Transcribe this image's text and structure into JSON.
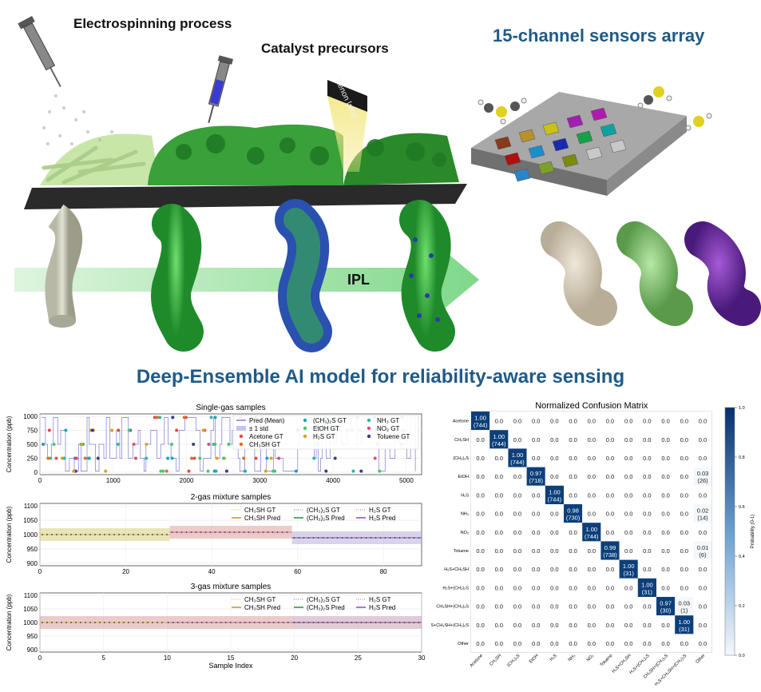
{
  "illustration": {
    "electrospinning_label": "Electrospinning process",
    "catalyst_label": "Catalyst precursors",
    "sensor_array_label": "15-channel sensors array",
    "lamp_label": "Xenon lamp",
    "ipl_label": "IPL",
    "sensor_colors": [
      "#8a3a1a",
      "#b7912a",
      "#c8c01b",
      "#a020b0",
      "#b01ab0",
      "#b01010",
      "#1a8fcc",
      "#1a2ab0",
      "#16a04a",
      "#10a0a0",
      "#2a84c8",
      "#7ca02a",
      "#7c8a10",
      "#c8c8c8",
      "#c8c8c8"
    ]
  },
  "section_title": "Deep-Ensemble AI model for reliability-aware sensing",
  "single_gas_plot": {
    "title": "Single-gas samples",
    "ylabel": "Concentration (ppb)",
    "yticks": [
      "0",
      "250",
      "500",
      "750",
      "1000"
    ],
    "xticks": [
      "0",
      "1000",
      "2000",
      "3000",
      "4000",
      "5000"
    ],
    "legend": [
      {
        "label": "Pred (Mean)",
        "color": "#7a7ad6",
        "kind": "line"
      },
      {
        "label": "(CH₃)₂S GT",
        "color": "#1aa0c8",
        "kind": "dot"
      },
      {
        "label": "NH₃ GT",
        "color": "#2ab8a0",
        "kind": "dot"
      },
      {
        "label": "± 1 std",
        "color": "#9c9ce0",
        "kind": "band"
      },
      {
        "label": "EtOH GT",
        "color": "#4ac86a",
        "kind": "dot"
      },
      {
        "label": "NO₂ GT",
        "color": "#e04a7a",
        "kind": "dot"
      },
      {
        "label": "Acetone GT",
        "color": "#e04a4a",
        "kind": "dot"
      },
      {
        "label": "H₂S GT",
        "color": "#e0a020",
        "kind": "dot"
      },
      {
        "label": "Toluene GT",
        "color": "#3a3a8a",
        "kind": "dot"
      },
      {
        "label": "CH₃SH GT",
        "color": "#e07020",
        "kind": "dot"
      }
    ]
  },
  "two_gas_plot": {
    "title": "2-gas mixture samples",
    "ylabel": "Concentration (ppb)",
    "yticks": [
      "900",
      "950",
      "1000",
      "1050",
      "1100"
    ],
    "xticks": [
      "0",
      "20",
      "40",
      "60",
      "80"
    ],
    "legend": [
      {
        "label": "CH₃SH GT",
        "color": "#c8b84a",
        "kind": "dotline"
      },
      {
        "label": "(CH₃)₂S GT",
        "color": "#4a9a4a",
        "kind": "dotline"
      },
      {
        "label": "H₂S GT",
        "color": "#c86aa8",
        "kind": "dotline"
      },
      {
        "label": "CH₃SH Pred",
        "color": "#b89a20",
        "kind": "line"
      },
      {
        "label": "(CH₃)₂S Pred",
        "color": "#2a8a3a",
        "kind": "line"
      },
      {
        "label": "H₂S Pred",
        "color": "#8a4ab8",
        "kind": "line"
      }
    ]
  },
  "three_gas_plot": {
    "title": "3-gas mixture samples",
    "ylabel": "Concentration (ppb)",
    "xlabel": "Sample Index",
    "yticks": [
      "900",
      "950",
      "1000",
      "1050",
      "1100"
    ],
    "xticks": [
      "0",
      "5",
      "10",
      "15",
      "20",
      "25",
      "30"
    ],
    "legend": [
      {
        "label": "CH₃SH GT",
        "color": "#c8b84a",
        "kind": "dotline"
      },
      {
        "label": "(CH₃)₂S GT",
        "color": "#4a9a4a",
        "kind": "dotline"
      },
      {
        "label": "H₂S GT",
        "color": "#c86aa8",
        "kind": "dotline"
      },
      {
        "label": "CH₃SH Pred",
        "color": "#b89a20",
        "kind": "line"
      },
      {
        "label": "(CH₃)₂S Pred",
        "color": "#2a8a3a",
        "kind": "line"
      },
      {
        "label": "H₂S Pred",
        "color": "#8a4ab8",
        "kind": "line"
      }
    ]
  },
  "confusion_matrix": {
    "title": "Normalized Confusion Matrix",
    "colorbar_label": "Probability (0-1)",
    "colorbar_ticks": [
      "0.0",
      "0.2",
      "0.4",
      "0.6",
      "0.8",
      "1.0"
    ],
    "row_labels": [
      "Acetone",
      "CH₃SH",
      "(CH₃)₂S",
      "EtOH",
      "H₂S",
      "NH₃",
      "NO₂",
      "Toluene",
      "H₂S+CH₃SH",
      "H₂S+(CH₃)₂S",
      "CH₃SH+(CH₃)₂S",
      "S+CH₃SH+(CH₃)₂S",
      "Other"
    ],
    "col_labels": [
      "Acetone",
      "CH₃SH",
      "(CH₃)₂S",
      "EtOH",
      "H₂S",
      "NH₃",
      "NO₂",
      "Toluene",
      "H₂S+CH₃SH",
      "H₂S+(CH₃)₂S",
      "CH₃SH+(CH₃)₂S",
      "H₂S+CH₃SH+(CH₃)₂S",
      "Other"
    ],
    "diagonal": [
      {
        "v": "1.00",
        "n": "(744)"
      },
      {
        "v": "1.00",
        "n": "(744)"
      },
      {
        "v": "1.00",
        "n": "(744)"
      },
      {
        "v": "0.97",
        "n": "(718)"
      },
      {
        "v": "1.00",
        "n": "(744)"
      },
      {
        "v": "0.98",
        "n": "(730)"
      },
      {
        "v": "1.00",
        "n": "(744)"
      },
      {
        "v": "0.99",
        "n": "(738)"
      },
      {
        "v": "1.00",
        "n": "(31)"
      },
      {
        "v": "1.00",
        "n": "(31)"
      },
      {
        "v": "0.97",
        "n": "(30)"
      },
      {
        "v": "1.00",
        "n": "(31)"
      },
      {
        "v": "0.0",
        "n": ""
      }
    ],
    "off_diagonal": [
      {
        "r": 3,
        "c": 12,
        "v": "0.03",
        "n": "(26)"
      },
      {
        "r": 5,
        "c": 12,
        "v": "0.02",
        "n": "(14)"
      },
      {
        "r": 7,
        "c": 12,
        "v": "0.01",
        "n": "(6)"
      },
      {
        "r": 10,
        "c": 11,
        "v": "0.03",
        "n": "(1)"
      }
    ],
    "zero_text": "0.0"
  }
}
